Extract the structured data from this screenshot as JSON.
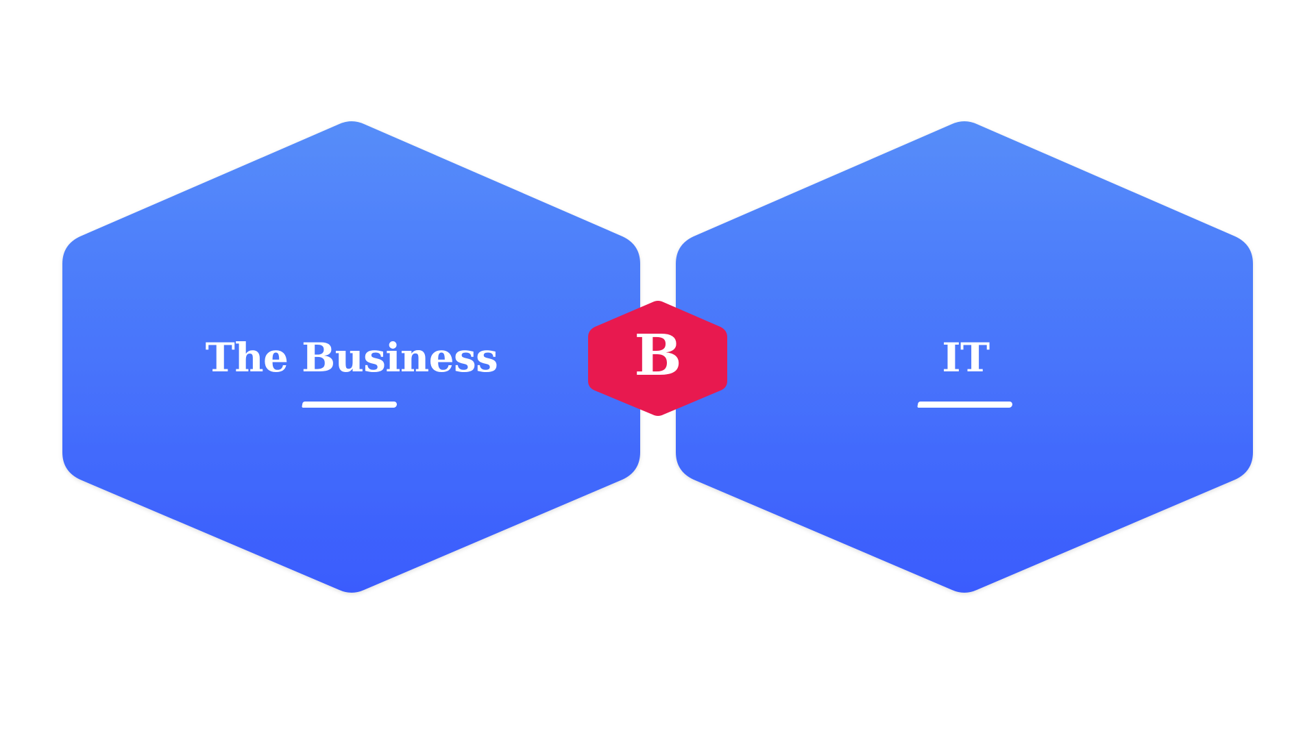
{
  "slide": {
    "background": "#ffffff",
    "left_hexagon": {
      "label": "The Business",
      "gradient_top": "#568df9",
      "gradient_bottom": "#3a5cfd"
    },
    "right_hexagon": {
      "label": "IT",
      "gradient_top": "#568df9",
      "gradient_bottom": "#3a5cfd"
    },
    "center_badge": {
      "letter": "B",
      "color": "#e8194f"
    }
  }
}
